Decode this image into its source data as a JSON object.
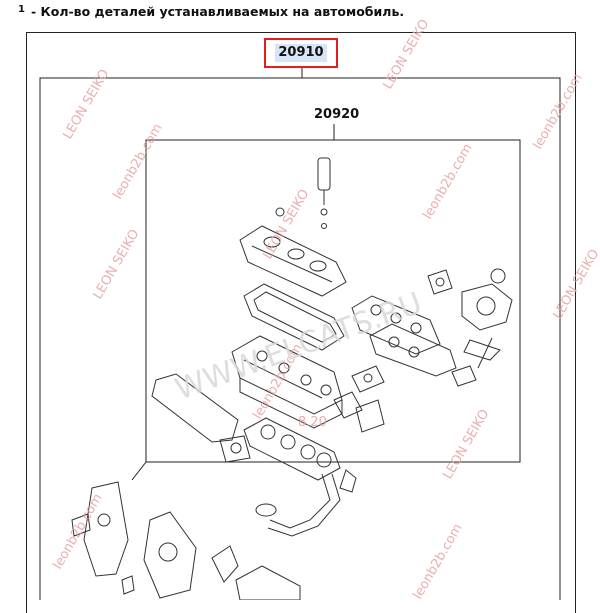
{
  "note": {
    "number": "1",
    "text": "- Кол-во деталей устанавливаемых на автомобиль."
  },
  "callouts": {
    "main_code": "20910",
    "sub_code": "20920"
  },
  "watermarks": {
    "brand": "LEON SEIKO",
    "site": "leonb2b.com",
    "center": "WWW.ELCATS.RU",
    "partial_date": "8.20"
  },
  "colors": {
    "highlight_box": "#e02020",
    "highlight_fill": "#d6e6f6",
    "watermark": "#e8a0a0"
  }
}
